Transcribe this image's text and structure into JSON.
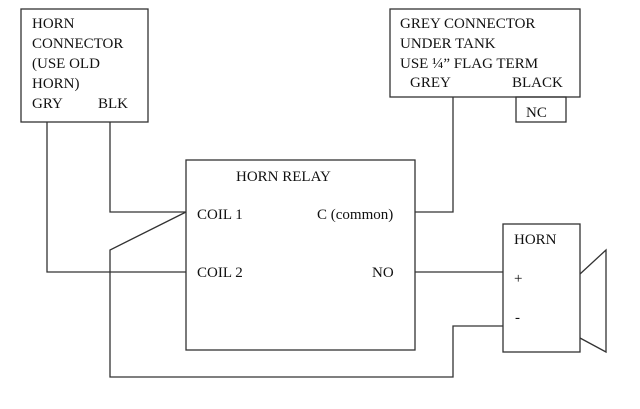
{
  "horn_connector": {
    "lines": [
      "HORN",
      "CONNECTOR",
      "(USE OLD",
      "HORN)"
    ],
    "pin_gry": "GRY",
    "pin_blk": "BLK"
  },
  "grey_connector": {
    "lines": [
      "GREY CONNECTOR",
      "UNDER TANK",
      "USE ¼” FLAG TERM"
    ],
    "pin_grey": "GREY",
    "pin_black": "BLACK",
    "nc_label": "NC"
  },
  "relay": {
    "title": "HORN RELAY",
    "coil1": "COIL 1",
    "coil2": "COIL 2",
    "common": "C (common)",
    "no": "NO"
  },
  "horn": {
    "title": "HORN",
    "plus": "+",
    "minus": "-"
  }
}
